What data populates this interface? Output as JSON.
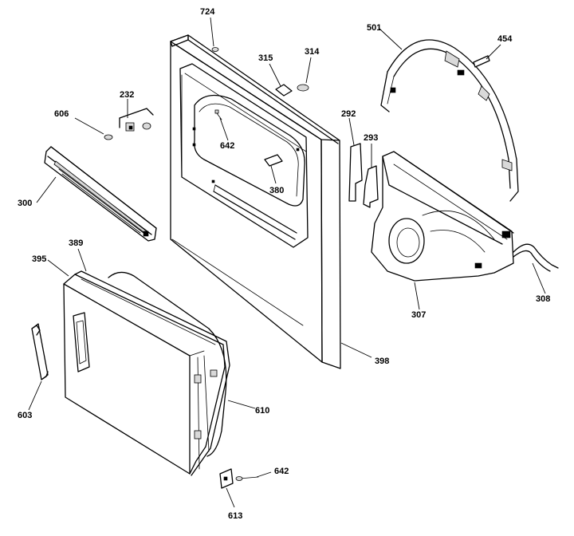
{
  "diagram": {
    "labels": {
      "p724": "724",
      "p315": "315",
      "p314": "314",
      "p501": "501",
      "p454": "454",
      "p232": "232",
      "p606": "606",
      "p292": "292",
      "p293": "293",
      "p642a": "642",
      "p380": "380",
      "p300": "300",
      "p389": "389",
      "p395": "395",
      "p307": "307",
      "p308": "308",
      "p398": "398",
      "p603": "603",
      "p610": "610",
      "p642b": "642",
      "p613": "613"
    }
  }
}
